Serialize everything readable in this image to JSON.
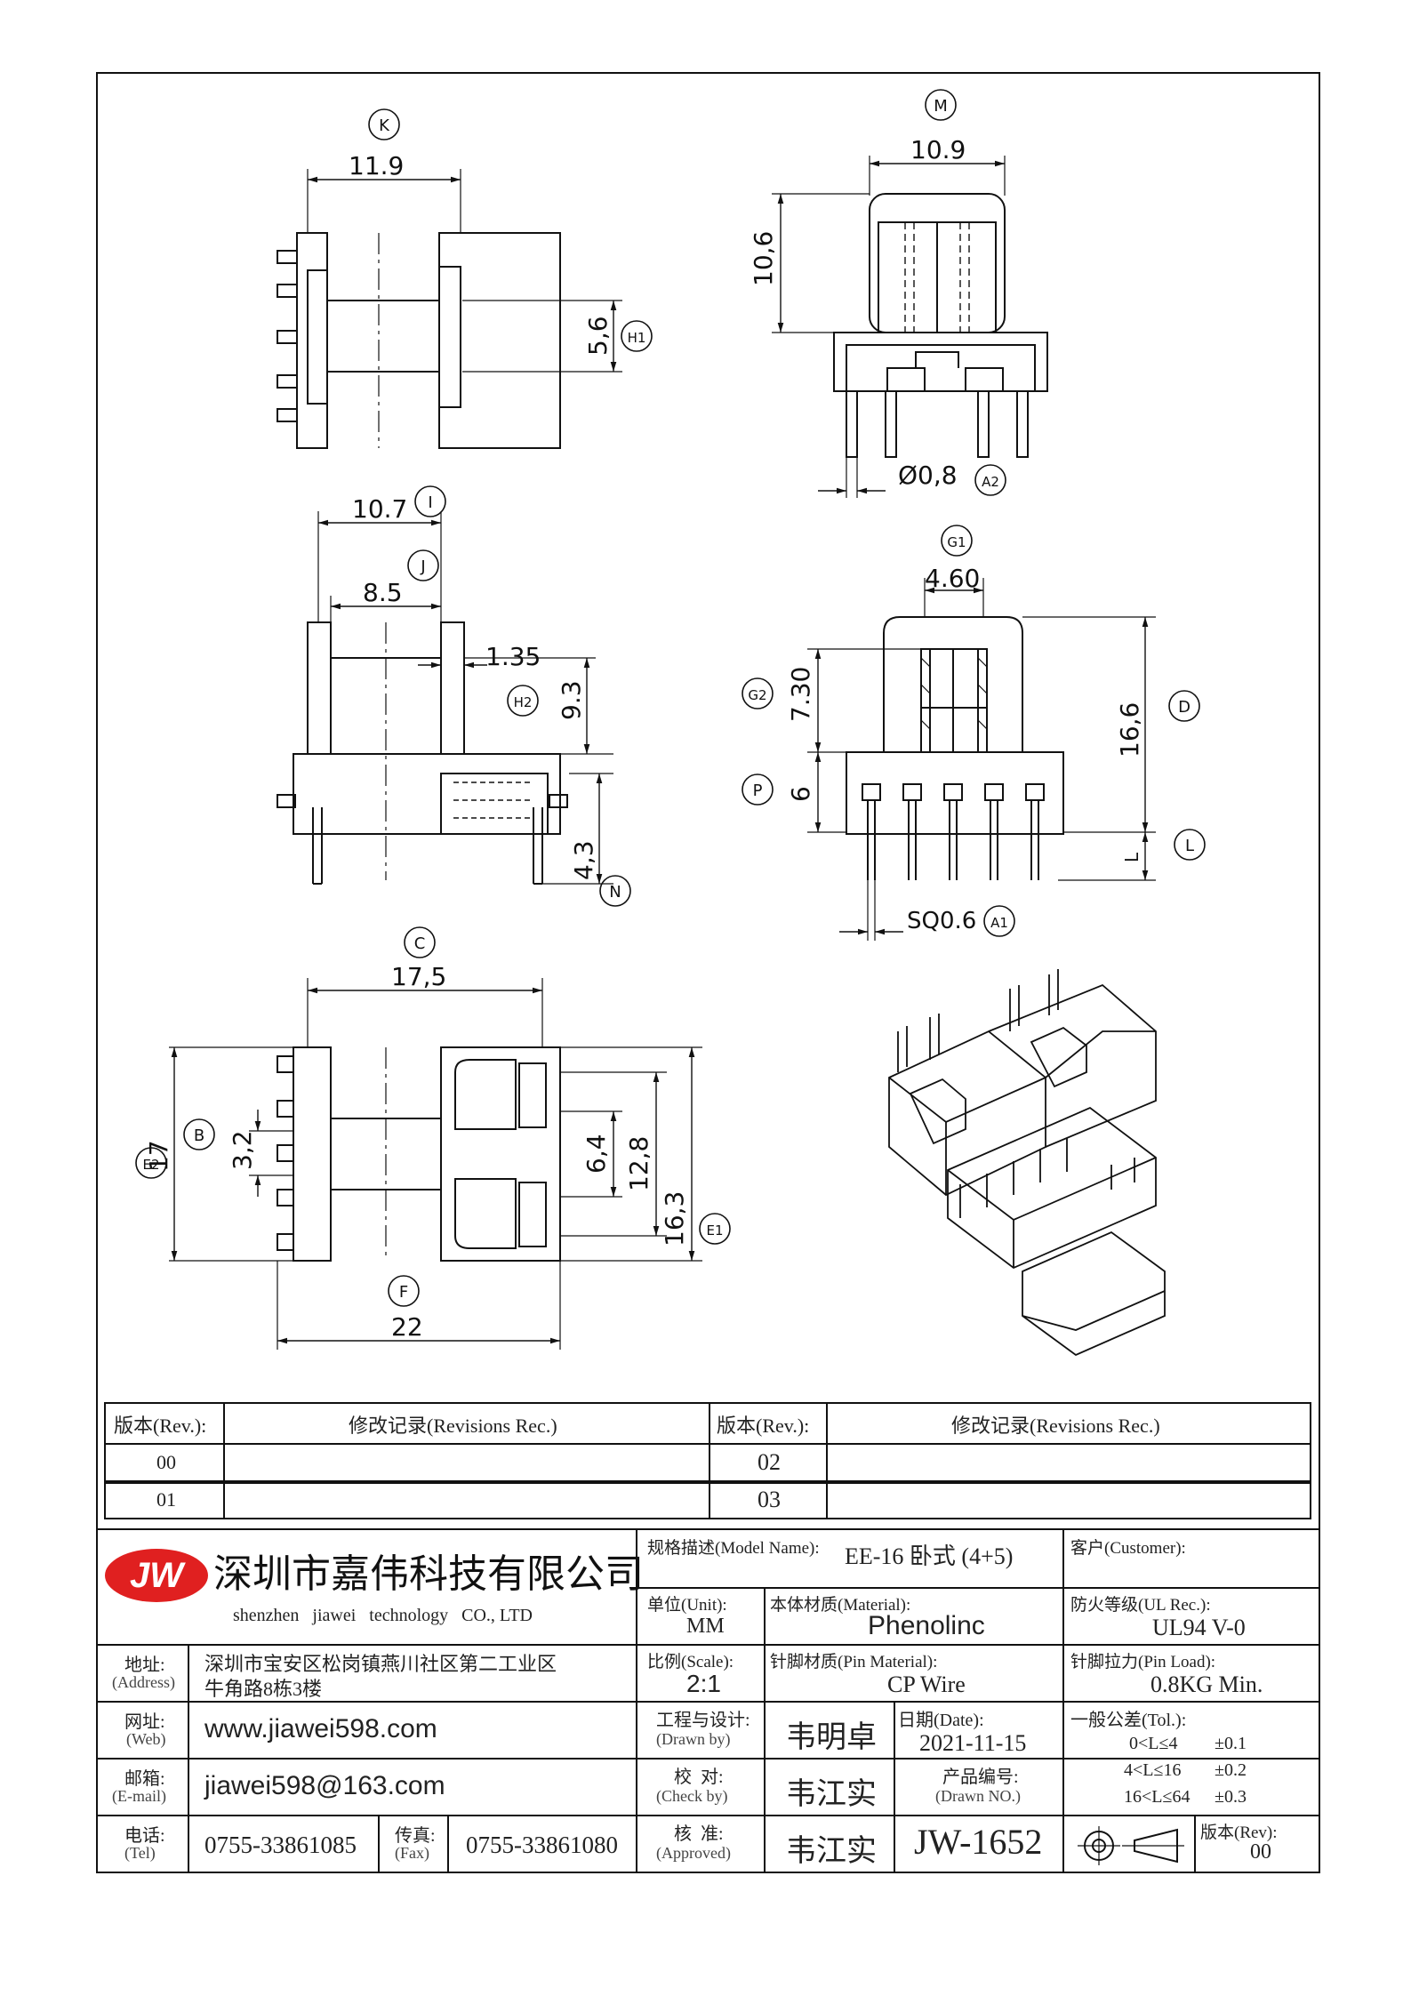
{
  "dims": {
    "K": {
      "tag": "K",
      "value": "11.9"
    },
    "M": {
      "tag": "M",
      "value": "10.9"
    },
    "H1": {
      "tag": "H1",
      "value": "5,6"
    },
    "h106": {
      "value": "10,6"
    },
    "A2": {
      "tag": "A2",
      "value": "Ø0,8"
    },
    "I": {
      "tag": "I",
      "value": "10.7"
    },
    "J": {
      "tag": "J",
      "value": "8.5"
    },
    "d135": {
      "value": "1.35"
    },
    "H2": {
      "tag": "H2",
      "value": "9.3"
    },
    "N": {
      "tag": "N",
      "value": "4,3"
    },
    "G1": {
      "tag": "G1",
      "value": "4.60"
    },
    "G2": {
      "tag": "G2",
      "value": "7.30"
    },
    "D": {
      "tag": "D",
      "value": "16,6"
    },
    "P": {
      "tag": "P",
      "value": "6"
    },
    "L": {
      "tag": "L",
      "value": "L"
    },
    "A1": {
      "tag": "A1",
      "value": "SQ0.6"
    },
    "C": {
      "tag": "C",
      "value": "17,5"
    },
    "B": {
      "tag": "B",
      "value": "3,2"
    },
    "E2": {
      "tag": "E2",
      "value": "17"
    },
    "d64": {
      "value": "6,4"
    },
    "d128": {
      "value": "12,8"
    },
    "E1": {
      "tag": "E1",
      "value": "16,3"
    },
    "F": {
      "tag": "F",
      "value": "22"
    }
  },
  "revisions": {
    "header_rev": "版本(Rev.):",
    "header_rec": "修改记录(Revisions Rec.)",
    "rows": [
      {
        "left": "00",
        "right": "02"
      },
      {
        "left": "01",
        "right": "03"
      }
    ]
  },
  "company": {
    "logo": "JW",
    "name_cn": "深圳市嘉伟科技有限公司",
    "name_en": "shenzhen   jiawei   technology   CO., LTD",
    "brand_color": "#e02020"
  },
  "info": {
    "address_label": "地址:",
    "address_label_en": "(Address)",
    "address_line1": "深圳市宝安区松岗镇燕川社区第二工业区",
    "address_line2": "牛角路8栋3楼",
    "web_label": "网址:",
    "web_label_en": "(Web)",
    "web": "www.jiawei598.com",
    "email_label": "邮箱:",
    "email_label_en": "(E-mail)",
    "email": "jiawei598@163.com",
    "tel_label": "电话:",
    "tel_label_en": "(Tel)",
    "tel": "0755-33861085",
    "fax_label": "传真:",
    "fax_label_en": "(Fax)",
    "fax": "0755-33861080"
  },
  "spec": {
    "model_label": "规格描述(Model Name):",
    "model": "EE-16 卧式 (4+5)",
    "customer_label": "客户(Customer):",
    "unit_label": "单位(Unit):",
    "unit": "MM",
    "material_label": "本体材质(Material):",
    "material": "Phenolinc",
    "ul_label": "防火等级(UL Rec.):",
    "ul": "UL94 V-0",
    "scale_label": "比例(Scale):",
    "scale": "2:1",
    "pin_material_label": "针脚材质(Pin Material):",
    "pin_material": "CP Wire",
    "pin_load_label": "针脚拉力(Pin Load):",
    "pin_load": "0.8KG Min.",
    "drawn_label": "工程与设计:",
    "drawn_label_en": "(Drawn by)",
    "drawn": "韦明卓",
    "date_label": "日期(Date):",
    "date": "2021-11-15",
    "check_label": "校  对:",
    "check_label_en": "(Check by)",
    "check": "韦江实",
    "drawn_no_label": "产品编号:",
    "drawn_no_label_en": "(Drawn NO.)",
    "drawn_no": "JW-1652",
    "approved_label": "核  准:",
    "approved_label_en": "(Approved)",
    "approved": "韦江实",
    "tol_label": "一般公差(Tol.):",
    "tol": [
      {
        "range": "0<L≤4",
        "val": "±0.1"
      },
      {
        "range": "4<L≤16",
        "val": "±0.2"
      },
      {
        "range": "16<L≤64",
        "val": "±0.3"
      }
    ],
    "rev_label": "版本(Rev):",
    "rev": "00"
  }
}
